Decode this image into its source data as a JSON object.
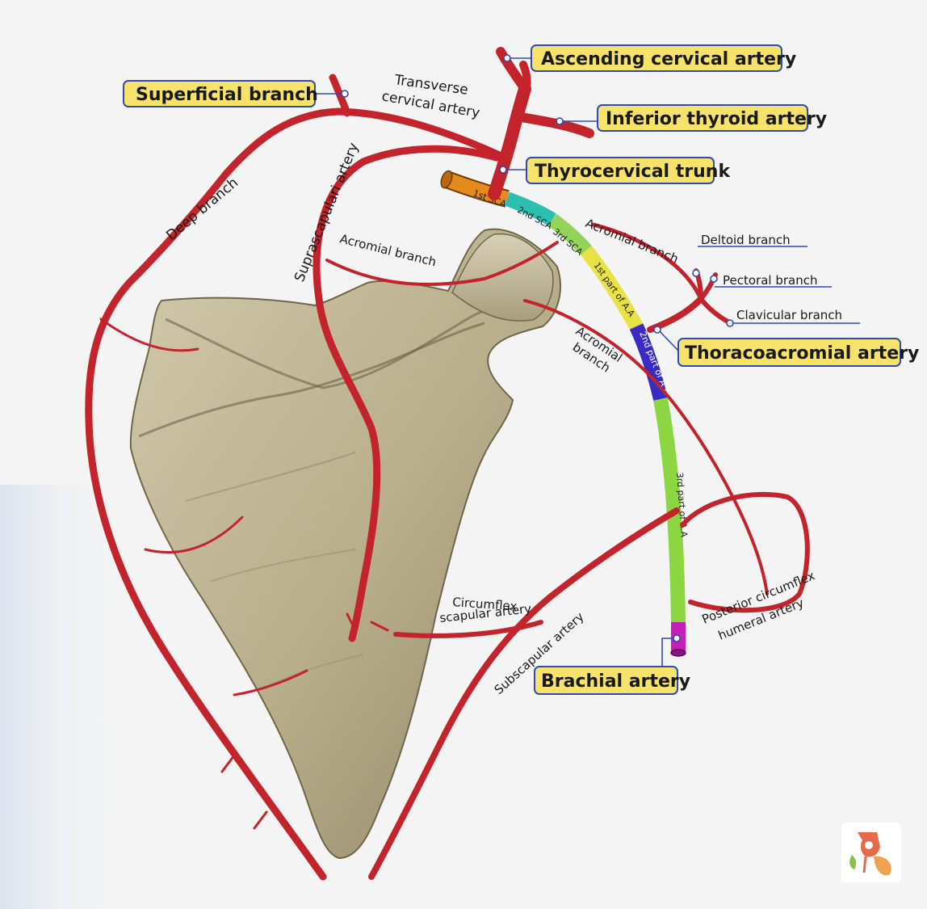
{
  "labels": {
    "superficial_branch": "Superficial branch",
    "ascending_cervical_artery": "Ascending cervical artery",
    "inferior_thyroid_artery": "Inferior thyroid artery",
    "thyrocervical_trunk": "Thyrocervical trunk",
    "thoracoacromial_artery": "Thoracoacromial artery",
    "brachial_artery": "Brachial artery",
    "transverse_cervical_artery_line1": "Transverse",
    "transverse_cervical_artery_line2": "cervical artery",
    "deep_branch": "Deep branch",
    "suprascapular_artery": "Suprascapulari artery",
    "acromial_branch_1": "Acromial branch",
    "acromial_branch_2": "Acromial branch",
    "acromial_branch_3_line1": "Acromial",
    "acromial_branch_3_line2": "branch",
    "deltoid_branch": "Deltoid branch",
    "pectoral_branch": "Pectoral branch",
    "clavicular_branch": "Clavicular branch",
    "circumflex_scapular_artery_line1": "Circumflex",
    "circumflex_scapular_artery_line2": "scapular artery",
    "subscapular_artery": "Subscapular artery",
    "posterior_circumflex_humeral_artery_line1": "Posterior circumflex",
    "posterior_circumflex_humeral_artery_line2": "humeral artery"
  },
  "segments": {
    "first_scr": "1st SCA",
    "second_scr": "2nd SCA",
    "third_scr": "3rd SCA",
    "first_part_aa": "1st part of A.A",
    "second_part_aa": "2nd part of A.A",
    "third_part_aa": "3rd part of A.A"
  },
  "colors": {
    "artery": "#c3232b",
    "bone": "#c3b898",
    "label_box": "#f7e36a",
    "label_border": "#2e4bb5",
    "seg_first_scr": "#e58a1c",
    "seg_second_scr": "#2bbfb0",
    "seg_third_scr": "#93d35a",
    "seg_first_aa": "#e8e246",
    "seg_second_aa": "#3b2bc4",
    "seg_third_aa": "#8cd641",
    "seg_brachial": "#c51fb8"
  },
  "logo": "logo-icon"
}
